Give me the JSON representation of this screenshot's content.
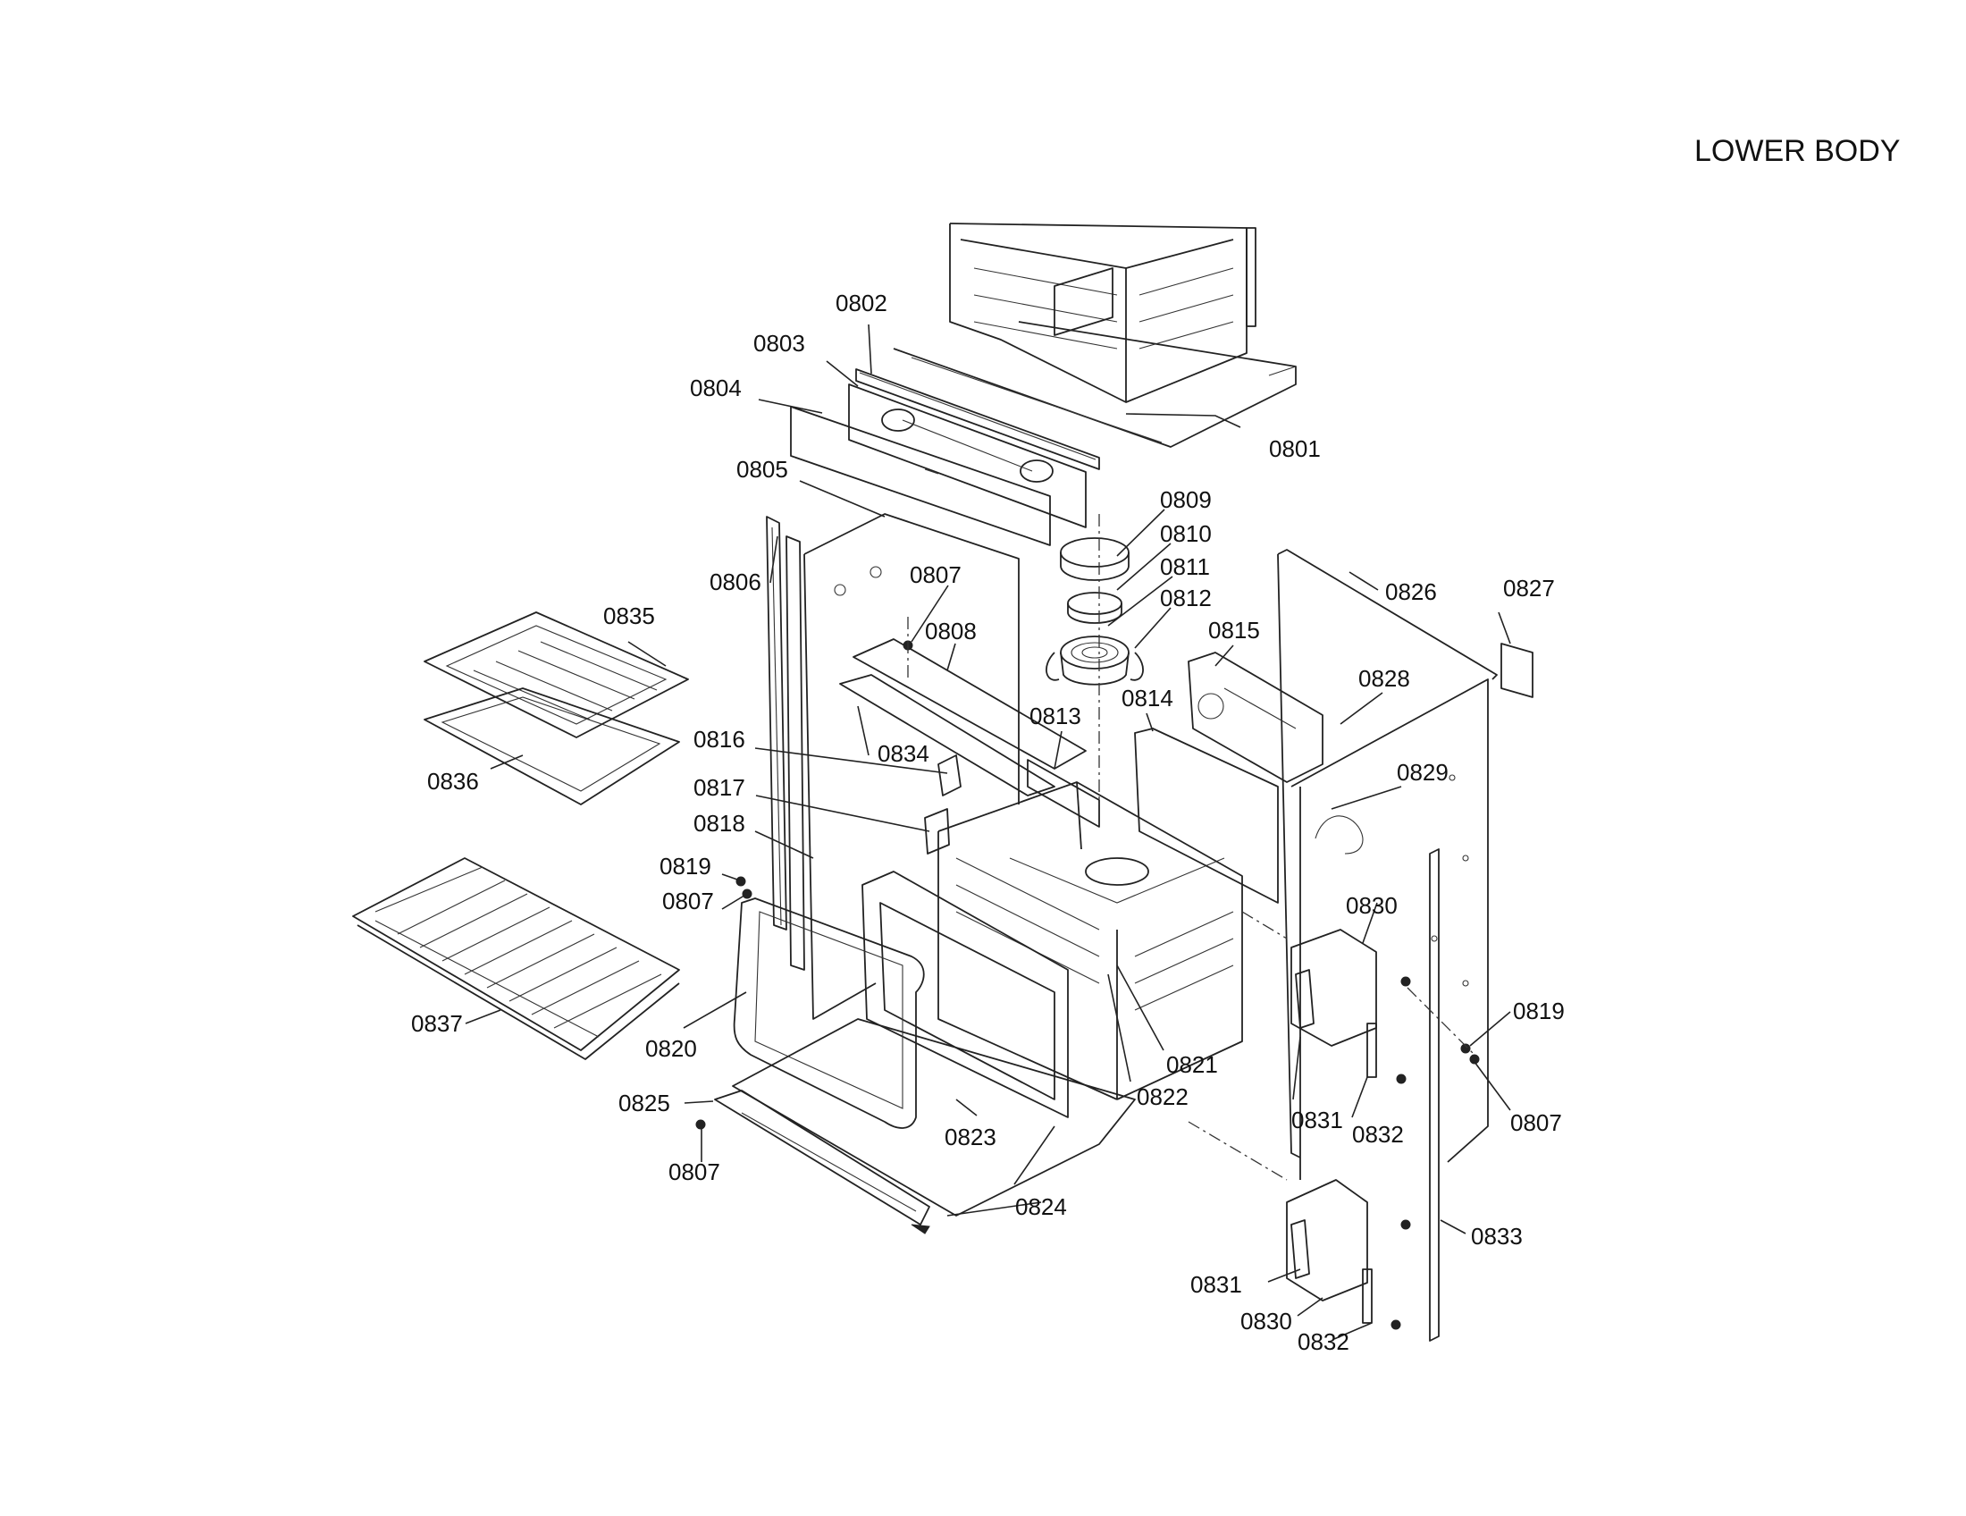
{
  "title": "LOWER BODY",
  "labels": {
    "p0801": "0801",
    "p0802": "0802",
    "p0803": "0803",
    "p0804": "0804",
    "p0805": "0805",
    "p0806": "0806",
    "p0807a": "0807",
    "p0807b": "0807",
    "p0807c": "0807",
    "p0807d": "0807",
    "p0808": "0808",
    "p0809": "0809",
    "p0810": "0810",
    "p0811": "0811",
    "p0812": "0812",
    "p0813": "0813",
    "p0814": "0814",
    "p0815": "0815",
    "p0816": "0816",
    "p0817": "0817",
    "p0818": "0818",
    "p0819a": "0819",
    "p0819b": "0819",
    "p0820": "0820",
    "p0821": "0821",
    "p0822": "0822",
    "p0823": "0823",
    "p0824": "0824",
    "p0825": "0825",
    "p0826": "0826",
    "p0827": "0827",
    "p0828": "0828",
    "p0829": "0829",
    "p0830a": "0830",
    "p0830b": "0830",
    "p0831a": "0831",
    "p0831b": "0831",
    "p0832a": "0832",
    "p0832b": "0832",
    "p0833": "0833",
    "p0834": "0834",
    "p0835": "0835",
    "p0836": "0836",
    "p0837": "0837"
  }
}
